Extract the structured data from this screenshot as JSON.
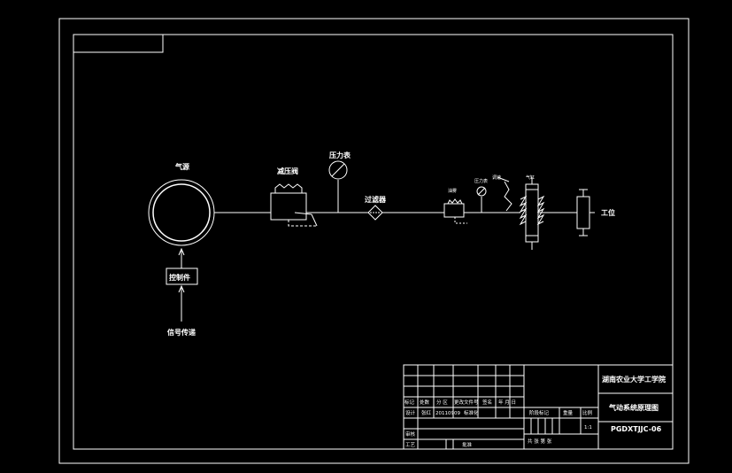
{
  "diagram": {
    "labels": {
      "cylinder": "气源",
      "reducer": "减压阀",
      "gauge": "压力表",
      "filter": "过滤器",
      "valve_small": "油雾",
      "gauge_small": "压力表",
      "spring_label": "调速",
      "actuator_label": "气缸",
      "work": "工位",
      "controller": "控制件",
      "signal": "信号传递"
    }
  },
  "title_block": {
    "school": "湖南农业大学工学院",
    "drawing_title": "气动系统原理图",
    "drawing_code": "PGDXTJJC-06",
    "row_labels": [
      "标记",
      "处数",
      "分 区",
      "更改文件号",
      "签名",
      "年 月 日"
    ],
    "designer": "设计",
    "designer_name": "张红",
    "date_value": "20110909",
    "std": "标准化",
    "check": "审核",
    "process": "工艺",
    "approve": "批准",
    "stage": "阶段标记",
    "weight": "重量",
    "scale": "比例",
    "scale_value": "1:1",
    "sheets": "共  张 第  张"
  }
}
